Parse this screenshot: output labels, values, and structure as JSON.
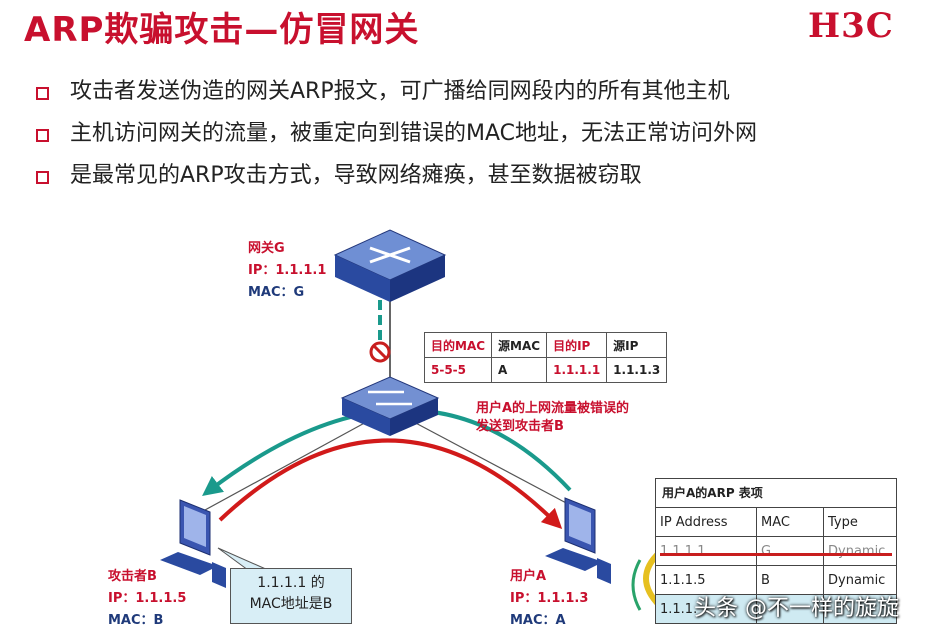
{
  "slide": {
    "title": "ARP欺骗攻击—仿冒网关",
    "logo": "H3C",
    "bullets": [
      "攻击者发送伪造的网关ARP报文，可广播给同网段内的所有其他主机",
      "主机访问网关的流量，被重定向到错误的MAC地址，无法正常访问外网",
      "是最常见的ARP攻击方式，导致网络瘫痪，甚至数据被窃取"
    ]
  },
  "gateway": {
    "name": "网关G",
    "ip": "IP：1.1.1.1",
    "mac": "MAC：G"
  },
  "attacker": {
    "name": "攻击者B",
    "ip": "IP：1.1.1.5",
    "mac": "MAC：B"
  },
  "user": {
    "name": "用户A",
    "ip": "IP：1.1.1.3",
    "mac": "MAC：A"
  },
  "packet": {
    "headers": [
      "目的MAC",
      "源MAC",
      "目的IP",
      "源IP"
    ],
    "values": [
      "5-5-5",
      "A",
      "1.1.1.1",
      "1.1.1.3"
    ]
  },
  "note": {
    "line1": "用户A的上网流量被错误的",
    "line2": "发送到攻击者B"
  },
  "callout": {
    "line1": "1.1.1.1 的",
    "line2": "MAC地址是B"
  },
  "arp_table": {
    "title": "用户A的ARP 表项",
    "headers": [
      "IP Address",
      "MAC",
      "Type"
    ],
    "rows": [
      [
        "1.1.1.1",
        "G",
        "Dynamic"
      ],
      [
        "1.1.1.5",
        "B",
        "Dynamic"
      ],
      [
        "1.1.1.",
        "",
        ""
      ]
    ]
  },
  "watermark": "头条 @不一样的旋旋",
  "colors": {
    "accent": "#c8102e",
    "teal": "#1a9a8c",
    "device": "#2a4aa0"
  }
}
